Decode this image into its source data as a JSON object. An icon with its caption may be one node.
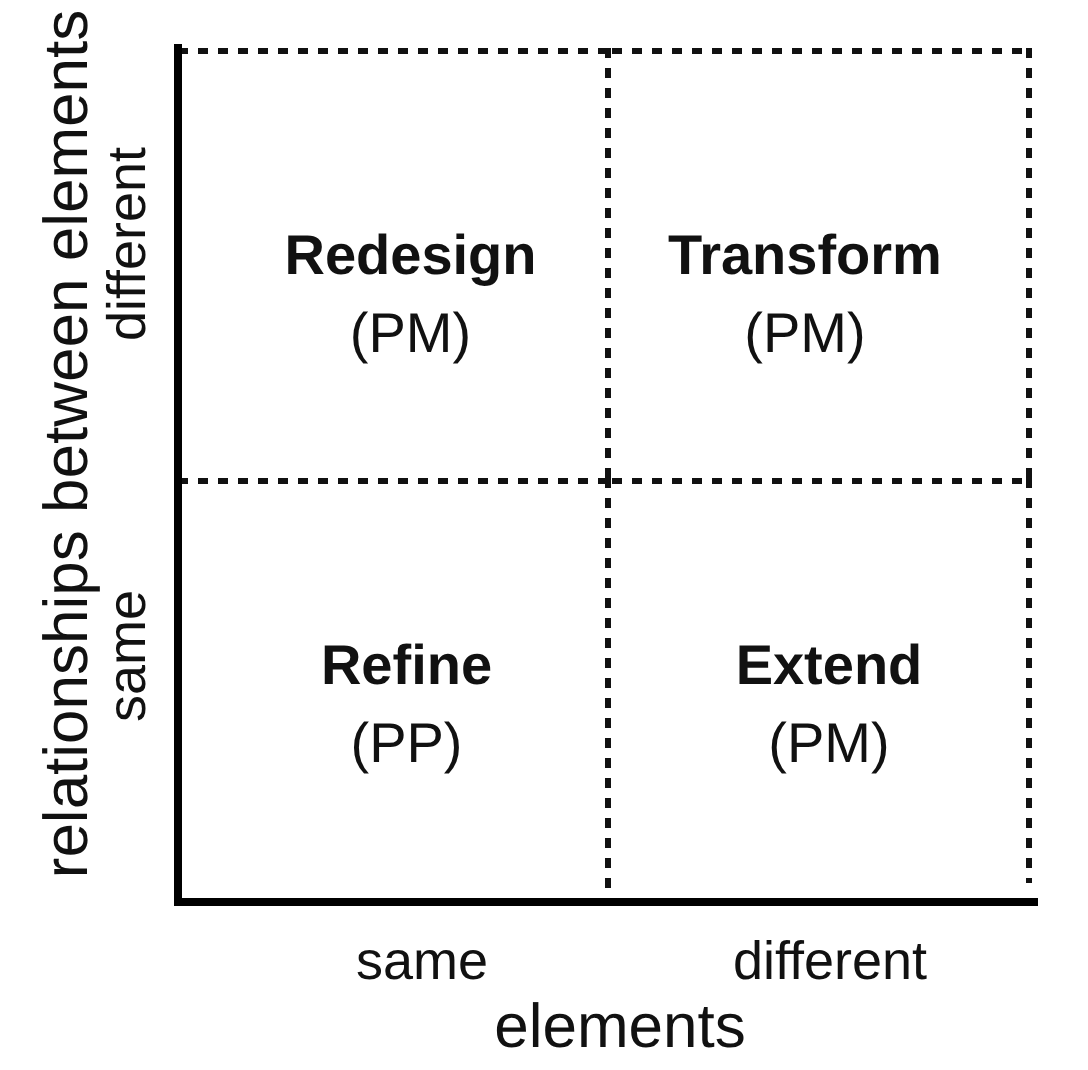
{
  "diagram": {
    "nodes": [
      {
        "text": [
          "Redesign",
          "(PM)"
        ]
      },
      {
        "text": [
          "Transform",
          "(PM)"
        ]
      },
      {
        "text": [
          "Refine",
          "(PP)"
        ]
      },
      {
        "text": [
          "Extend",
          "(PM)"
        ]
      }
    ],
    "labels": [
      "relationships between elements",
      "different",
      "same",
      "same",
      "different",
      "elements"
    ]
  }
}
